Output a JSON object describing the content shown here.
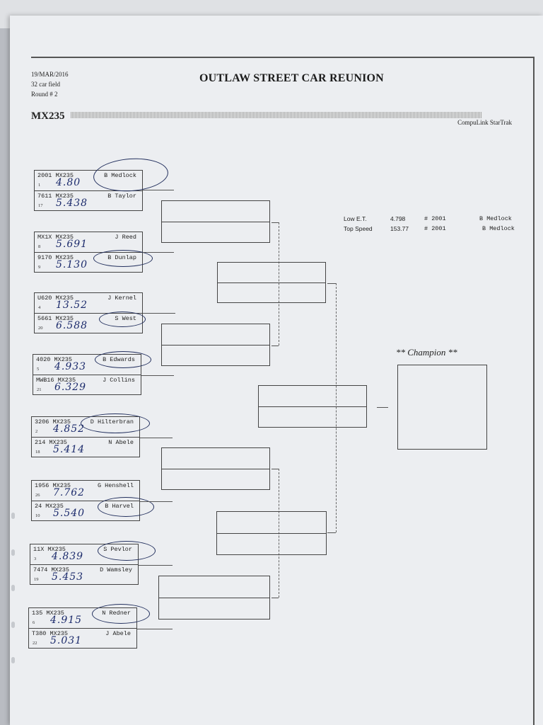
{
  "header": {
    "date": "19/MAR/2016",
    "field": "32 car field",
    "round": "Round # 2",
    "title": "OUTLAW STREET CAR REUNION",
    "class_name": "MX235",
    "brand": "CompuLink StarTrak"
  },
  "stats": {
    "low_et": {
      "label": "Low  E.T.",
      "value": "4.798",
      "car": "# 2001",
      "driver": "B Medlock"
    },
    "top_speed": {
      "label": "Top Speed",
      "value": "153.77",
      "car": "# 2001",
      "driver": "B Medlock"
    }
  },
  "matchups": [
    {
      "top": {
        "car": "2001 MX235",
        "driver": "B Medlock",
        "seed": "1",
        "et": "4.80"
      },
      "bottom": {
        "car": "7611 MX235",
        "driver": "B Taylor",
        "seed": "17",
        "et": "5.438"
      }
    },
    {
      "top": {
        "car": "MX1X MX235",
        "driver": "J Reed",
        "seed": "8",
        "et": "5.691"
      },
      "bottom": {
        "car": "9170 MX235",
        "driver": "B Dunlap",
        "seed": "9",
        "et": "5.130"
      }
    },
    {
      "top": {
        "car": "U620 MX235",
        "driver": "J Kernel",
        "seed": "4",
        "et": "13.52"
      },
      "bottom": {
        "car": "5661 MX235",
        "driver": "S West",
        "seed": "20",
        "et": "6.588"
      }
    },
    {
      "top": {
        "car": "4020 MX235",
        "driver": "B Edwards",
        "seed": "5",
        "et": "4.933"
      },
      "bottom": {
        "car": "MWB16 MX235",
        "driver": "J Collins",
        "seed": "21",
        "et": "6.329"
      }
    },
    {
      "top": {
        "car": "3206 MX235",
        "driver": "D Hilterbran",
        "seed": "2",
        "et": "4.852"
      },
      "bottom": {
        "car": "214 MX235",
        "driver": "N Abele",
        "seed": "18",
        "et": "5.414"
      }
    },
    {
      "top": {
        "car": "1956 MX235",
        "driver": "G Henshell",
        "seed": "26",
        "et": "7.762"
      },
      "bottom": {
        "car": "24 MX235",
        "driver": "B Harvel",
        "seed": "10",
        "et": "5.540"
      }
    },
    {
      "top": {
        "car": "11X MX235",
        "driver": "S Pevlor",
        "seed": "3",
        "et": "4.839"
      },
      "bottom": {
        "car": "7474 MX235",
        "driver": "D Wamsley",
        "seed": "19",
        "et": "5.453"
      }
    },
    {
      "top": {
        "car": "135 MX235",
        "driver": "N Redner",
        "seed": "6",
        "et": "4.915"
      },
      "bottom": {
        "car": "T380 MX235",
        "driver": "J Abele",
        "seed": "22",
        "et": "5.031"
      }
    }
  ],
  "champion_label": "** Champion **"
}
